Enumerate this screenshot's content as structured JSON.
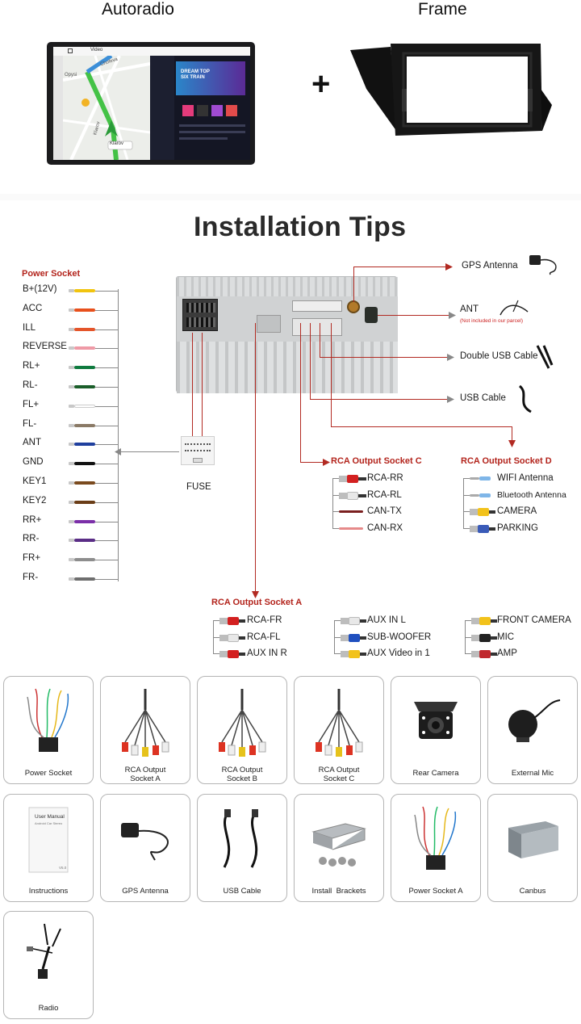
{
  "header": {
    "left_title": "Autoradio",
    "right_title": "Frame",
    "plus": "+"
  },
  "radio_screen": {
    "nav_label": "Video",
    "map_streets": [
      "Chofeva",
      "Opysi",
      "Klarov",
      "Klarov"
    ],
    "banner_title": "DREAM TOP\nSIX TRAIN"
  },
  "tips_title": "Installation Tips",
  "power_socket": {
    "title": "Power Socket",
    "pins": [
      {
        "label": "B+(12V)",
        "color": "#f1c40f"
      },
      {
        "label": "ACC",
        "color": "#e8501c"
      },
      {
        "label": "ILL",
        "color": "#e4552a"
      },
      {
        "label": "REVERSE",
        "color": "#ef9aa6"
      },
      {
        "label": "RL+",
        "color": "#0f7a3e"
      },
      {
        "label": "RL-",
        "color": "#1b5e2a"
      },
      {
        "label": "FL+",
        "color": "#ffffff"
      },
      {
        "label": "FL-",
        "color": "#8a7a66"
      },
      {
        "label": "ANT",
        "color": "#1f3f9e"
      },
      {
        "label": "GND",
        "color": "#111111"
      },
      {
        "label": "KEY1",
        "color": "#7a4a1e"
      },
      {
        "label": "KEY2",
        "color": "#6a3d17"
      },
      {
        "label": "RR+",
        "color": "#7b2fa8"
      },
      {
        "label": "RR-",
        "color": "#5a2d86"
      },
      {
        "label": "FR+",
        "color": "#8d8d8d"
      },
      {
        "label": "FR-",
        "color": "#6e6e6e"
      }
    ]
  },
  "fuse_label": "FUSE",
  "right_connections": [
    {
      "label": "GPS Antenna",
      "note": ""
    },
    {
      "label": "ANT",
      "note": "(Not included in our parcel)"
    },
    {
      "label": "Double USB Cable",
      "note": ""
    },
    {
      "label": "USB Cable",
      "note": ""
    }
  ],
  "socket_c": {
    "title": "RCA Output Socket C",
    "items": [
      {
        "label": "RCA-RR",
        "color": "#d32020"
      },
      {
        "label": "RCA-RL",
        "color": "#e8e8e8"
      },
      {
        "label": "CAN-TX",
        "color": "#7a1f1f"
      },
      {
        "label": "CAN-RX",
        "color": "#e68a8a"
      }
    ]
  },
  "socket_d": {
    "title": "RCA Output Socket D",
    "items": [
      {
        "label": "WIFI Antenna",
        "color": "#7fb6e8"
      },
      {
        "label": "Bluetooth Antenna",
        "color": "#7fb6e8"
      },
      {
        "label": "CAMERA",
        "color": "#f2c21b"
      },
      {
        "label": "PARKING",
        "color": "#3a5bb8"
      }
    ]
  },
  "socket_a": {
    "title": "RCA Output Socket A",
    "col1": [
      {
        "label": "RCA-FR",
        "color": "#d32020"
      },
      {
        "label": "RCA-FL",
        "color": "#e8e8e8"
      },
      {
        "label": "AUX IN R",
        "color": "#d32020"
      }
    ],
    "col2": [
      {
        "label": "AUX IN L",
        "color": "#e8e8e8"
      },
      {
        "label": "SUB-WOOFER",
        "color": "#1f4fbf"
      },
      {
        "label": "AUX Video in 1",
        "color": "#f2c21b"
      }
    ],
    "col3": [
      {
        "label": "FRONT CAMERA",
        "color": "#f2c21b"
      },
      {
        "label": "MIC",
        "color": "#222222"
      },
      {
        "label": "AMP",
        "color": "#c0282d"
      }
    ]
  },
  "accessories": [
    {
      "label": "Power Socket",
      "icon": "power-socket-harness-icon"
    },
    {
      "label": "RCA Output\nSocket A",
      "icon": "rca-harness-icon"
    },
    {
      "label": "RCA Output\nSocket B",
      "icon": "rca-harness-icon"
    },
    {
      "label": "RCA Output\nSocket C",
      "icon": "rca-harness-icon"
    },
    {
      "label": "Rear Camera",
      "icon": "rear-camera-icon"
    },
    {
      "label": "External Mic",
      "icon": "microphone-icon"
    },
    {
      "label": "Instructions",
      "icon": "manual-icon"
    },
    {
      "label": "GPS Antenna",
      "icon": "gps-antenna-icon"
    },
    {
      "label": "USB Cable",
      "icon": "usb-cable-icon"
    },
    {
      "label": "Install  Brackets",
      "icon": "bracket-icon"
    },
    {
      "label": "Power Socket A",
      "icon": "power-socket-harness-icon"
    },
    {
      "label": "Canbus",
      "icon": "canbus-box-icon"
    },
    {
      "label": "Radio",
      "icon": "radio-adapter-icon"
    }
  ],
  "manual": {
    "title": "User Manual",
    "subtitle": "Android Car Stereo",
    "version": "V5.0"
  }
}
